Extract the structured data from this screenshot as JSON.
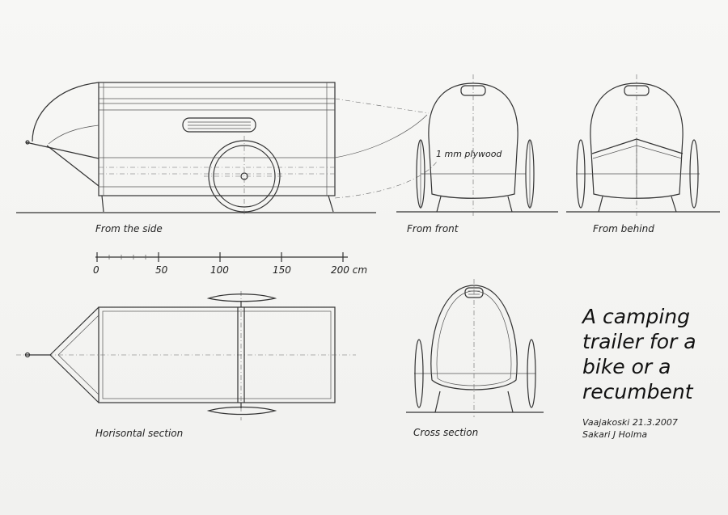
{
  "title": "A camping trailer for a bike or a recumbent",
  "labels": {
    "side": "From the side",
    "front": "From front",
    "behind": "From behind",
    "horizontal": "Horisontal section",
    "cross": "Cross section",
    "material": "1 mm plywood"
  },
  "scale": {
    "ticks": [
      "0",
      "50",
      "100",
      "150",
      "200 cm"
    ]
  },
  "credit": {
    "place_date": "Vaajakoski 21.3.2007",
    "author": "Sakari J Holma"
  }
}
